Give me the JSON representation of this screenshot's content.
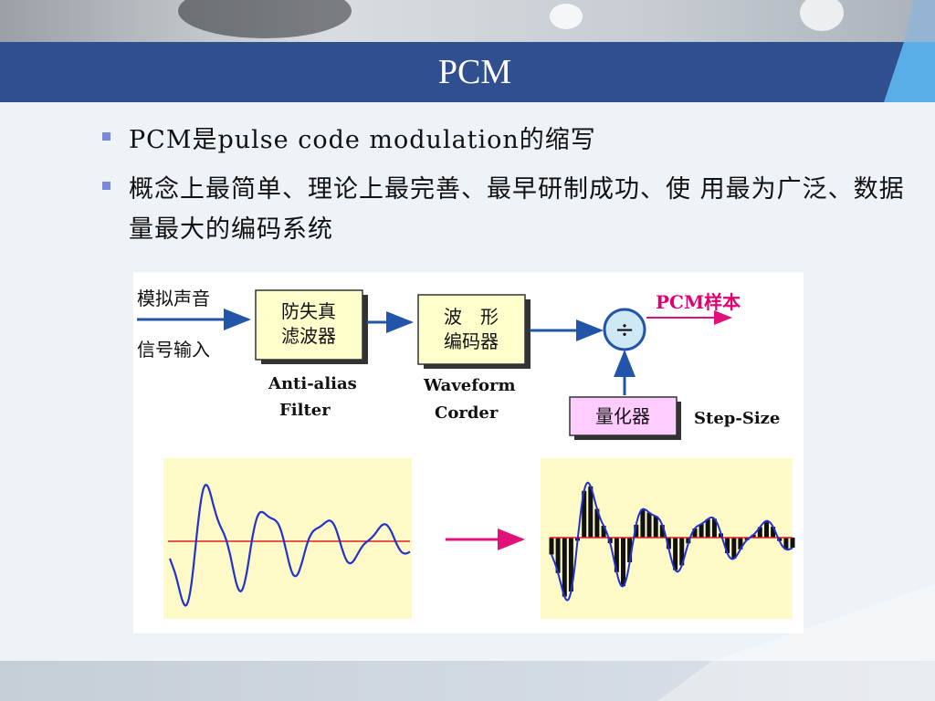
{
  "slide": {
    "title": "PCM",
    "bullets": [
      "PCM是pulse code modulation的缩写",
      "概念上最简单、理论上最完善、最早研制成功、使 用最为广泛、数据量最大的编码系统"
    ]
  },
  "diagram": {
    "input_label_top": "模拟声音",
    "input_label_bottom": "信号输入",
    "nodes": [
      {
        "id": "anti-alias",
        "label_line1": "防失真",
        "label_line2": "滤波器",
        "caption_line1": "Anti-alias",
        "caption_line2": "Filter"
      },
      {
        "id": "waveform-coder",
        "label_line1": "波　形",
        "label_line2": "编码器",
        "caption_line1": "Waveform",
        "caption_line2": "Corder"
      },
      {
        "id": "quantizer",
        "label": "量化器",
        "caption": "Step-Size"
      }
    ],
    "divide_symbol": "÷",
    "output_label": "PCM样本"
  },
  "colors": {
    "header_band": "#2f4f8f",
    "bullet_mark": "#7d87d8",
    "box_fill": "#ffffcc",
    "quantizer_fill": "#ffccff",
    "arrow": "#2255aa",
    "output_label": "#e0006f",
    "wave": "#2233cc",
    "baseline": "#e02020",
    "transition_arrow": "#e0127a",
    "waveform_panel": "#fefac8"
  }
}
